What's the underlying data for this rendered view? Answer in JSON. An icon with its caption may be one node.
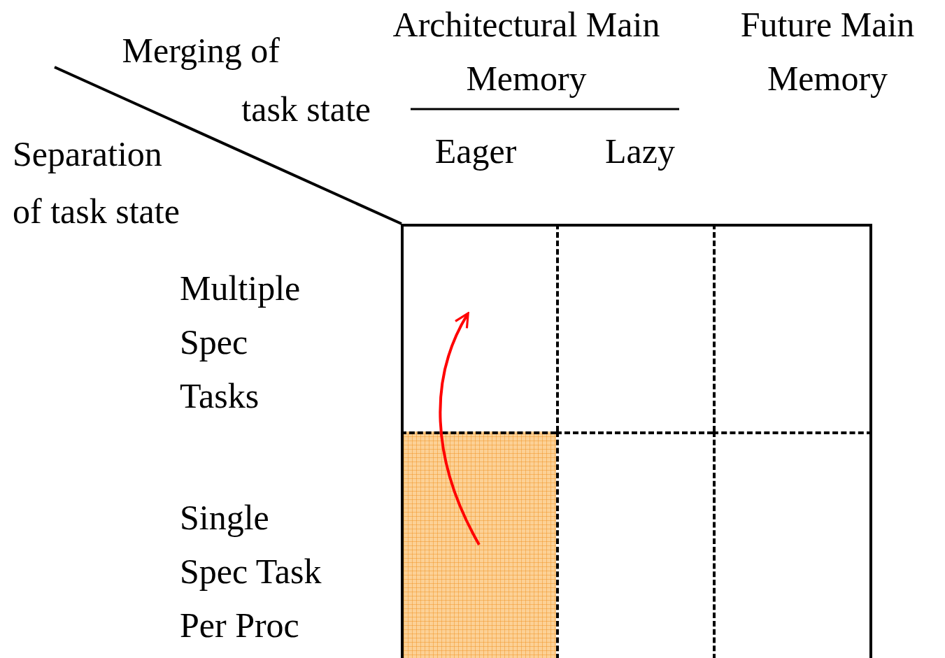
{
  "diagram": {
    "nodes": [
      {
        "text": [],
        "shape": "box"
      },
      {
        "text": [],
        "shape": "box"
      },
      {
        "text": [],
        "shape": "box"
      },
      {
        "text": [],
        "shape": "box"
      },
      {
        "text": [],
        "shape": "box"
      },
      {
        "text": [],
        "shape": "box"
      }
    ],
    "edges": [
      {
        "from": 3,
        "to": 0,
        "arrow": "to",
        "color": "#ff0000"
      }
    ],
    "labels": [
      "Merging of task state",
      "Architectural Main Memory",
      "Future Main Memory",
      "Separation of task state",
      "Eager",
      "Lazy",
      "Multiple Spec Tasks",
      "Single Spec Task Per Proc"
    ]
  }
}
